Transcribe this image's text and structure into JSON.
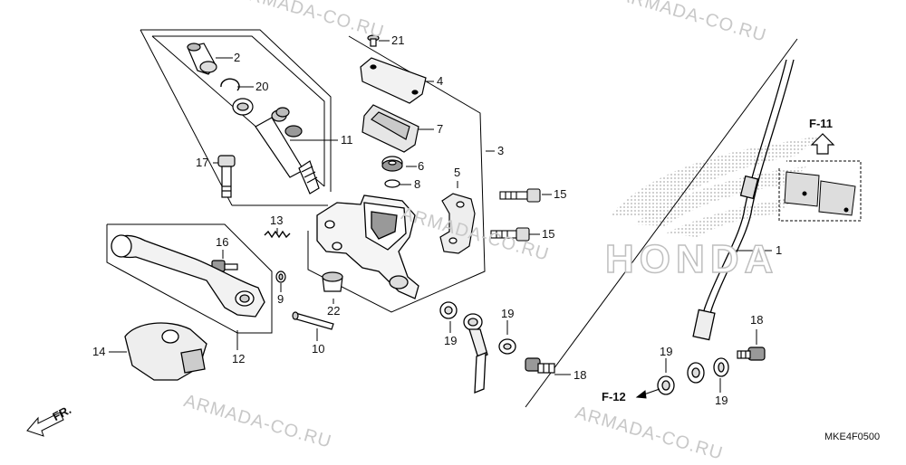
{
  "watermarks": [
    "ARMADA-CO.RU",
    "ARMADA-CO.RU",
    "ARMADA-CO.RU",
    "ARMADA-CO.RU",
    "ARMADA-CO.RU"
  ],
  "brand_mark": "HONDA",
  "diagram_code": "MKE4F0500",
  "ref_labels": {
    "f11": "F-11",
    "f12": "F-12",
    "fr": "FR."
  },
  "callouts": [
    "2",
    "20",
    "11",
    "17",
    "21",
    "4",
    "7",
    "3",
    "6",
    "8",
    "5",
    "15",
    "15",
    "13",
    "16",
    "9",
    "22",
    "10",
    "12",
    "14",
    "19",
    "19",
    "18",
    "19",
    "19",
    "18",
    "1"
  ],
  "icons": [
    "arrow-up-icon",
    "arrow-left-icon",
    "front-direction-arrow-icon"
  ]
}
